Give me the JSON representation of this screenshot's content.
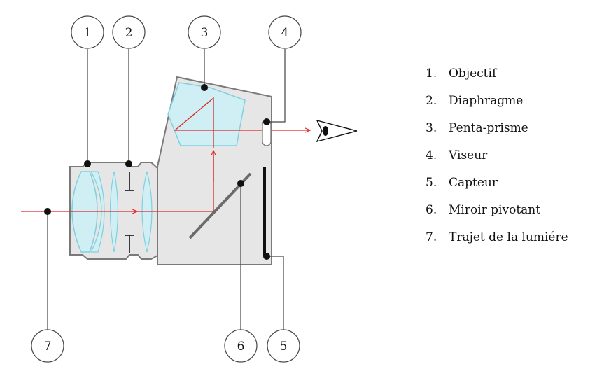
{
  "callouts": [
    "1",
    "2",
    "3",
    "4",
    "5",
    "6",
    "7"
  ],
  "legend": [
    {
      "num": "1.",
      "label": "Objectif"
    },
    {
      "num": "2.",
      "label": "Diaphragme"
    },
    {
      "num": "3.",
      "label": "Penta-prisme"
    },
    {
      "num": "4.",
      "label": "Viseur"
    },
    {
      "num": "5.",
      "label": "Capteur"
    },
    {
      "num": "6.",
      "label": "Miroir pivotant"
    },
    {
      "num": "7.",
      "label": "Trajet de la lumiére"
    }
  ],
  "colors": {
    "body_fill": "#e6e6e6",
    "body_stroke": "#7a7a7a",
    "glass_fill": "#cfeff4",
    "glass_stroke": "#7fd0e0",
    "light_path": "#e0262a",
    "callout_line": "#444444"
  }
}
